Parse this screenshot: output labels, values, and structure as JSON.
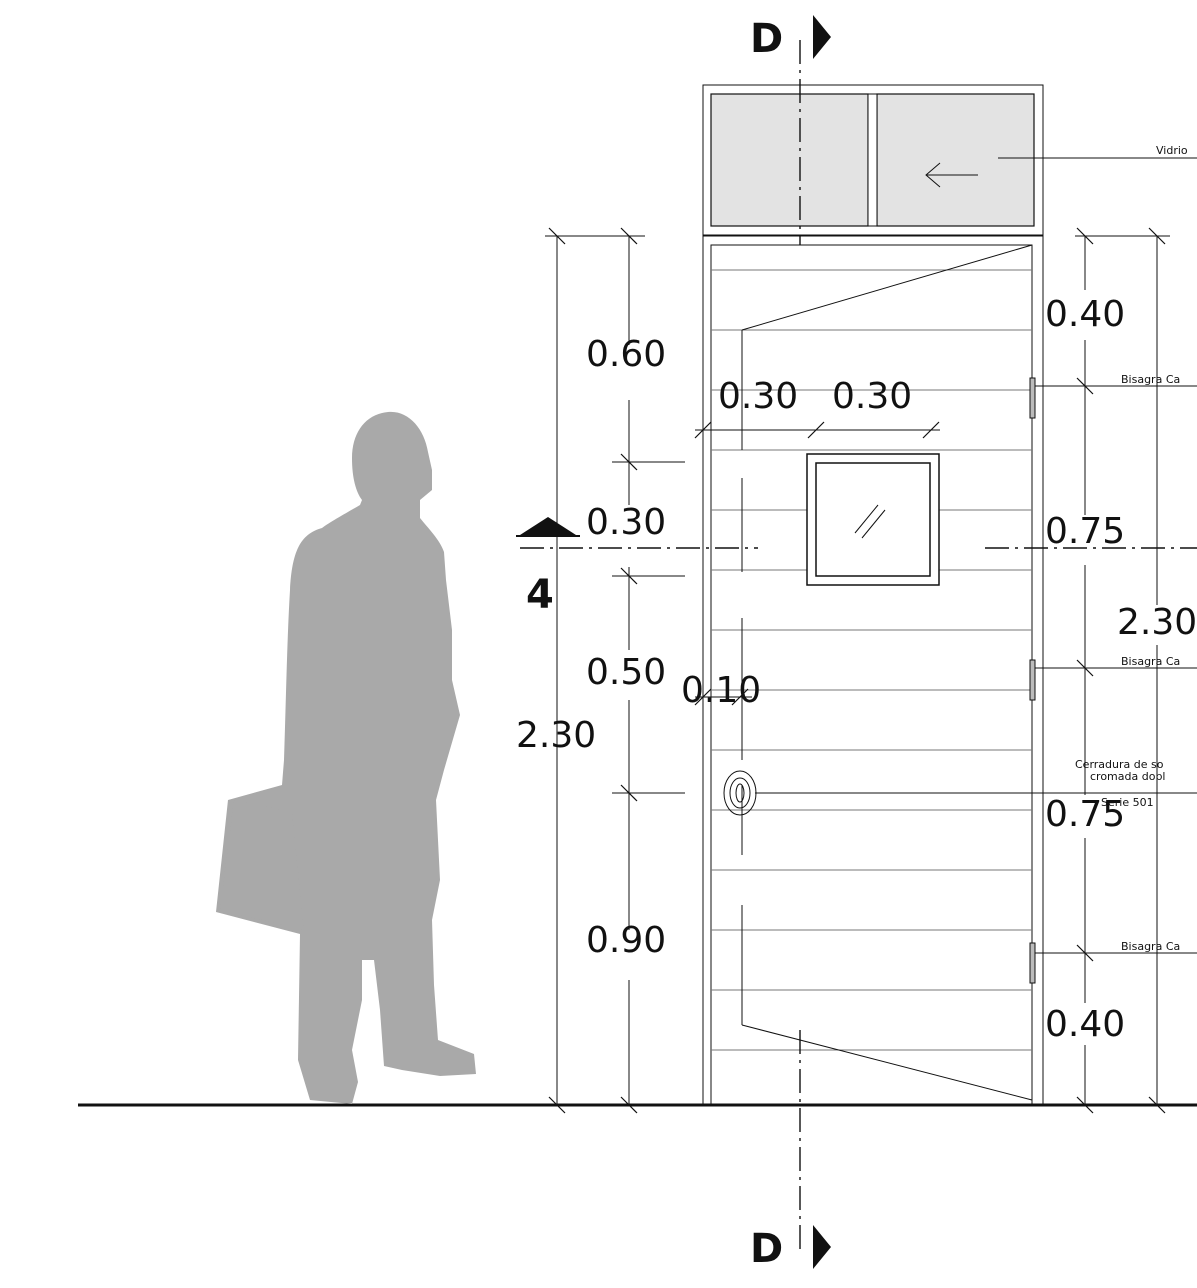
{
  "section": {
    "marker_letter": "D",
    "level_number": "4"
  },
  "dimensions_left": {
    "top_to_window": "0.60",
    "window_height": "0.30",
    "window_to_lock": "0.50",
    "lock_to_floor": "0.90",
    "total_height": "2.30",
    "window_offset_left": "0.30",
    "window_width": "0.30",
    "lock_offset": "0.10"
  },
  "dimensions_right": {
    "top_to_hinge": "0.40",
    "hinge_to_hinge_upper": "0.75",
    "hinge_to_hinge_lower": "0.75",
    "hinge_to_floor": "0.40",
    "total_height": "2.30"
  },
  "notes": {
    "glass": "Vidrio",
    "hinge_top": "Bisagra Ca",
    "hinge_middle": "Bisagra Ca",
    "hinge_bottom": "Bisagra Ca",
    "lock_line1": "Cerradura de so",
    "lock_line2": "cromada dobl",
    "lock_line3": "Serie 501"
  },
  "colors": {
    "line": "#111111",
    "glass_fill": "#e3e3e3",
    "silhouette": "#a9a9a9"
  },
  "icons": {
    "section_arrow": "right-triangle-icon",
    "level_marker": "up-triangle-icon",
    "person": "person-with-briefcase-icon",
    "slide_direction": "left-arrow-icon"
  }
}
